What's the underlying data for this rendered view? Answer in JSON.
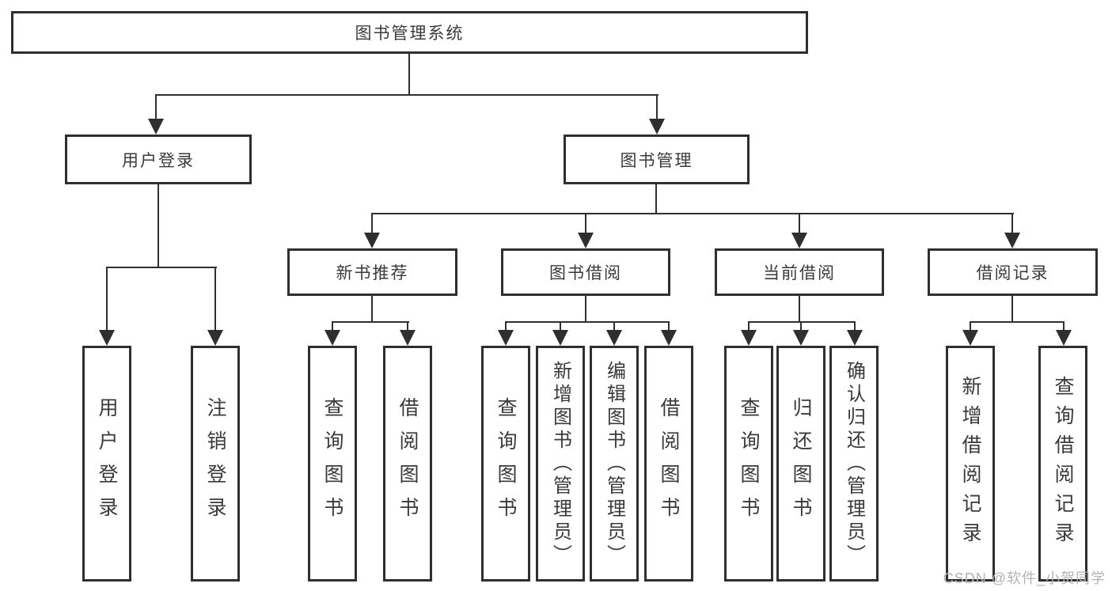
{
  "diagram": {
    "title": "图书管理系统",
    "root": "图书管理系统",
    "user_login": {
      "label": "用户登录",
      "leaves": [
        "用户登录",
        "注销登录"
      ]
    },
    "book_management": {
      "label": "图书管理",
      "groups": [
        {
          "label": "新书推荐",
          "leaves": [
            "查询图书",
            "借阅图书"
          ]
        },
        {
          "label": "图书借阅",
          "leaves": [
            "查询图书",
            "新增图书（管理员）",
            "编辑图书（管理员）",
            "借阅图书"
          ]
        },
        {
          "label": "当前借阅",
          "leaves": [
            "查询图书",
            "归还图书",
            "确认归还（管理员）"
          ]
        },
        {
          "label": "借阅记录",
          "leaves": [
            "新增借阅记录",
            "查询借阅记录"
          ]
        }
      ]
    },
    "watermark": "CSDN @软件_小贺同学",
    "colors": {
      "line": "#2f2f2f",
      "box_border": "#2f2f2f",
      "box_background": "#ffffff",
      "text": "#3a3a3a",
      "watermark": "#b3b3b3",
      "page_background": "#ffffff"
    }
  }
}
